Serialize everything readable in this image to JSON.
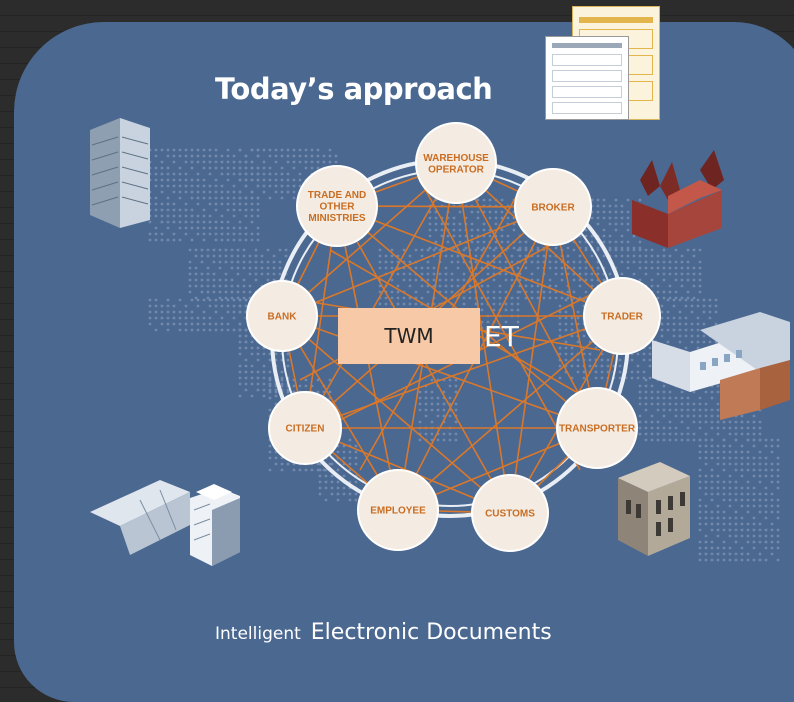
{
  "title": "Today’s approach",
  "center_label": "TWM",
  "center_overlap_text": "ET",
  "footer": {
    "small": "Intelligent",
    "big": "Electronic Documents"
  },
  "nodes": [
    {
      "id": "warehouse",
      "lines": [
        "WAREHOUSE",
        "OPERATOR"
      ]
    },
    {
      "id": "broker",
      "lines": [
        "BROKER"
      ]
    },
    {
      "id": "trader",
      "lines": [
        "TRADER"
      ]
    },
    {
      "id": "transporter",
      "lines": [
        "TRANSPORTER"
      ]
    },
    {
      "id": "customs",
      "lines": [
        "CUSTOMS"
      ]
    },
    {
      "id": "employee",
      "lines": [
        "EMPLOYEE"
      ]
    },
    {
      "id": "citizen",
      "lines": [
        "CITIZEN"
      ]
    },
    {
      "id": "bank",
      "lines": [
        "BANK"
      ]
    },
    {
      "id": "trade-ministries",
      "lines": [
        "TRADE AND",
        "OTHER",
        "MINISTRIES"
      ]
    }
  ],
  "colors": {
    "panel": "#4b6891",
    "mesh": "#d9782a",
    "node_fill": "#f4ece2",
    "node_text": "#c96d23",
    "center_box": "#f8c9a6"
  },
  "icons": [
    "office-tower-icon",
    "church-building-icon",
    "modern-office-icon",
    "stone-building-icon",
    "factory-building-icon",
    "paper-forms-icon",
    "world-map-icon"
  ]
}
